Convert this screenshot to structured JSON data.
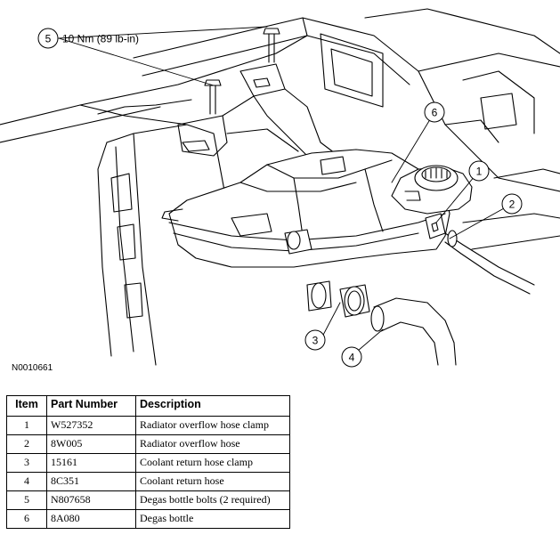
{
  "figure": {
    "id_label": "N0010661",
    "torque_spec": "10 Nm (89 lb-in)",
    "callouts": [
      "1",
      "2",
      "3",
      "4",
      "5",
      "6"
    ]
  },
  "table": {
    "headers": {
      "item": "Item",
      "part_number": "Part Number",
      "description": "Description"
    },
    "rows": [
      {
        "item": "1",
        "part_number": "W527352",
        "description": "Radiator overflow hose clamp"
      },
      {
        "item": "2",
        "part_number": "8W005",
        "description": "Radiator overflow hose"
      },
      {
        "item": "3",
        "part_number": "15161",
        "description": "Coolant return hose clamp"
      },
      {
        "item": "4",
        "part_number": "8C351",
        "description": "Coolant return hose"
      },
      {
        "item": "5",
        "part_number": "N807658",
        "description": "Degas bottle bolts (2 required)"
      },
      {
        "item": "6",
        "part_number": "8A080",
        "description": "Degas bottle"
      }
    ]
  }
}
